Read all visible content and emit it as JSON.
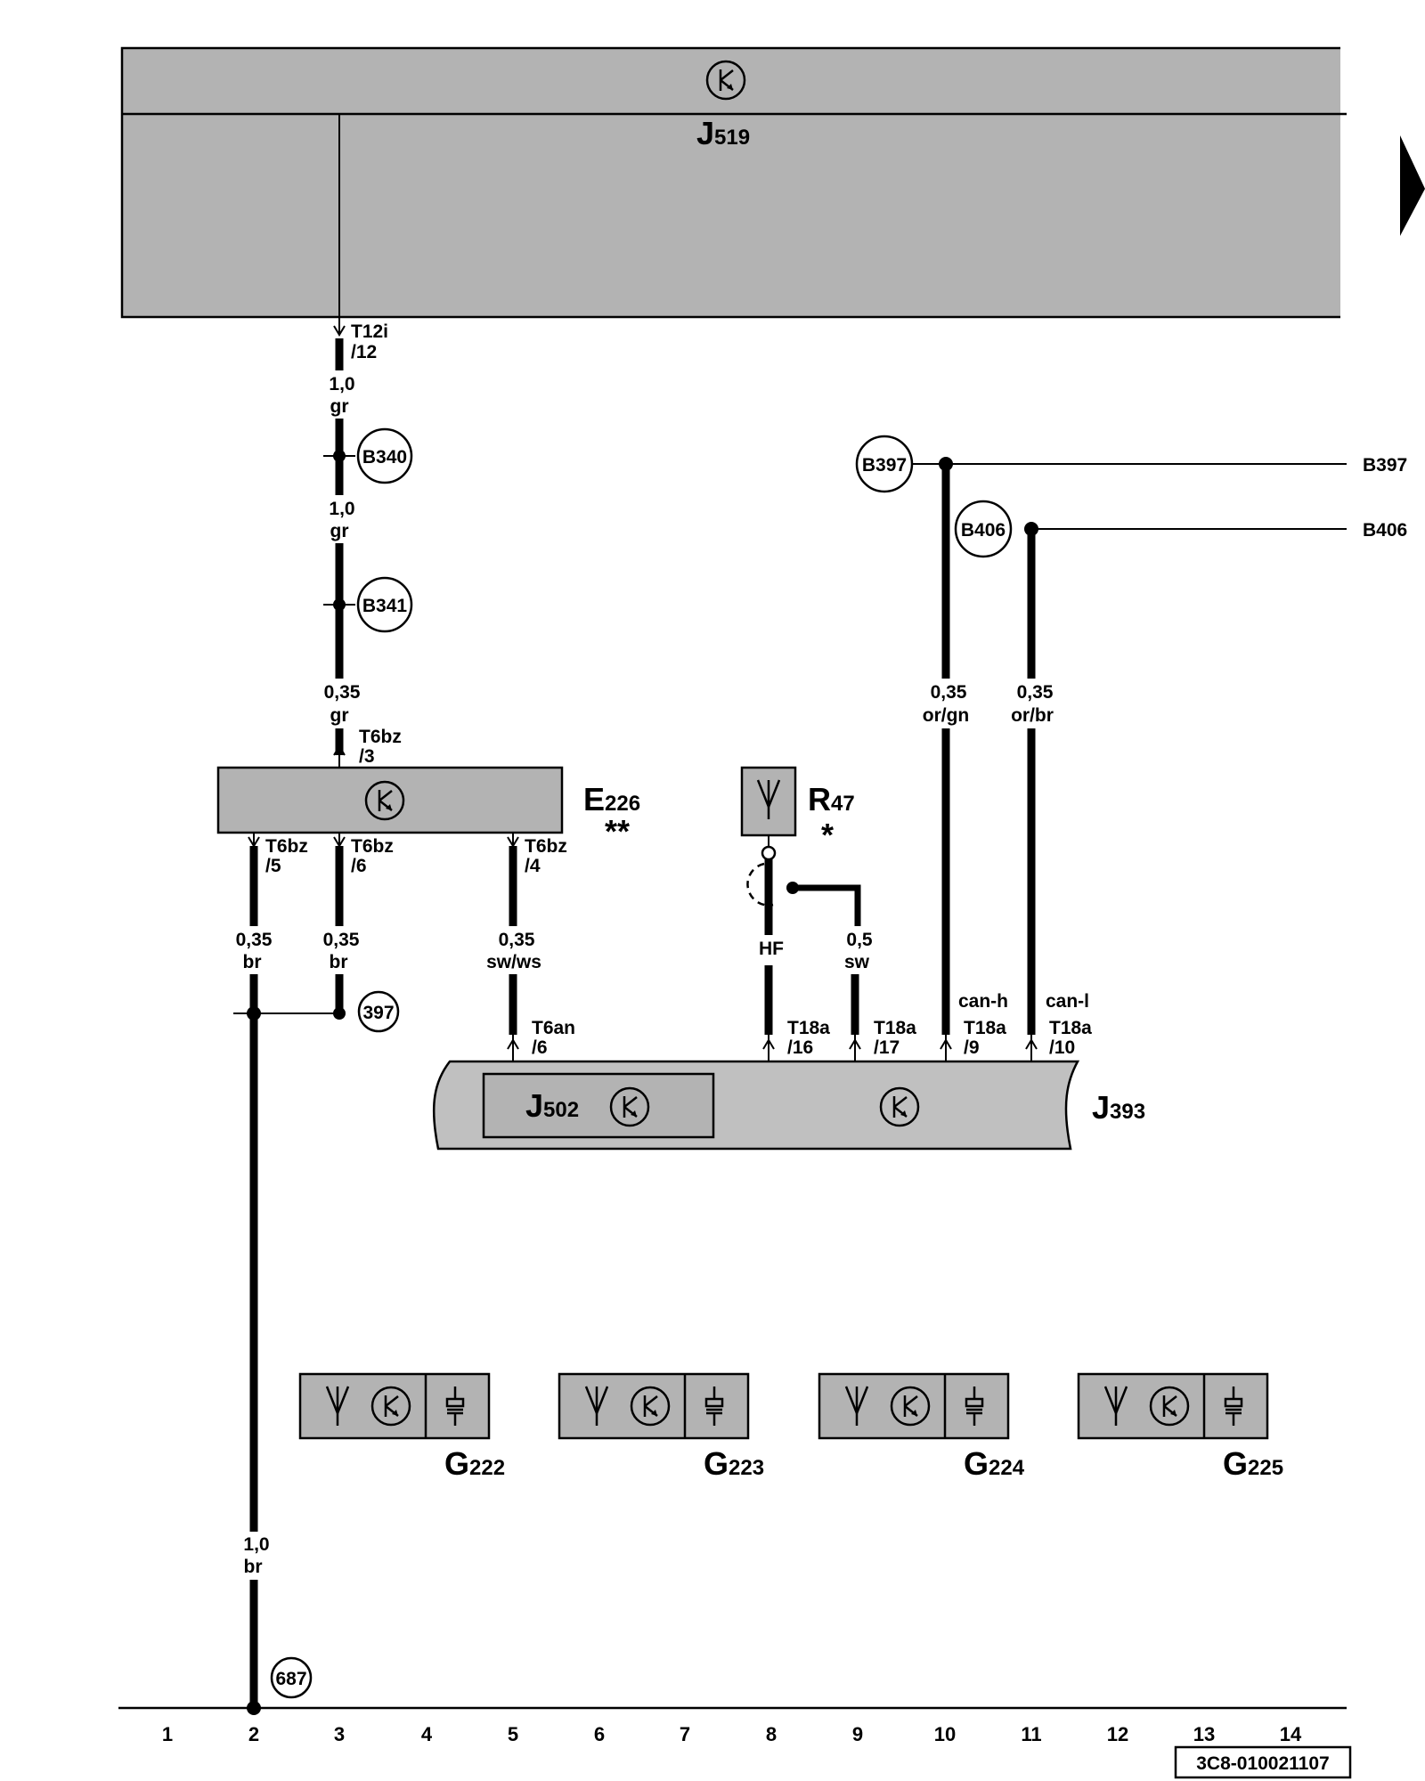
{
  "components": {
    "j519": {
      "letter": "J",
      "num": "519"
    },
    "e226": {
      "letter": "E",
      "num": "226",
      "mark": "**"
    },
    "r47": {
      "letter": "R",
      "num": "47",
      "mark": "*"
    },
    "j502": {
      "letter": "J",
      "num": "502"
    },
    "j393": {
      "letter": "J",
      "num": "393"
    },
    "g222": {
      "letter": "G",
      "num": "222"
    },
    "g223": {
      "letter": "G",
      "num": "223"
    },
    "g224": {
      "letter": "G",
      "num": "224"
    },
    "g225": {
      "letter": "G",
      "num": "225"
    }
  },
  "connectors": {
    "t12i": {
      "name": "T12i",
      "pin": "/12"
    },
    "t6bz3": {
      "name": "T6bz",
      "pin": "/3"
    },
    "t6bz5": {
      "name": "T6bz",
      "pin": "/5"
    },
    "t6bz6": {
      "name": "T6bz",
      "pin": "/6"
    },
    "t6bz4": {
      "name": "T6bz",
      "pin": "/4"
    },
    "t6an6": {
      "name": "T6an",
      "pin": "/6"
    },
    "t18a16": {
      "name": "T18a",
      "pin": "/16"
    },
    "t18a17": {
      "name": "T18a",
      "pin": "/17"
    },
    "t18a9": {
      "name": "T18a",
      "pin": "/9"
    },
    "t18a10": {
      "name": "T18a",
      "pin": "/10"
    }
  },
  "wires": {
    "w1": {
      "size": "1,0",
      "color": "gr"
    },
    "w2": {
      "size": "1,0",
      "color": "gr"
    },
    "w3": {
      "size": "0,35",
      "color": "gr"
    },
    "w4": {
      "size": "0,35",
      "color": "br"
    },
    "w5": {
      "size": "0,35",
      "color": "br"
    },
    "w6": {
      "size": "0,35",
      "color": "sw/ws"
    },
    "w7": {
      "size": "HF"
    },
    "w8": {
      "size": "0,5",
      "color": "sw"
    },
    "w9": {
      "size": "0,35",
      "color": "or/gn"
    },
    "w10": {
      "size": "0,35",
      "color": "or/br"
    },
    "w11": {
      "size": "1,0",
      "color": "br"
    }
  },
  "bus_labels": {
    "canh": "can-h",
    "canl": "can-l"
  },
  "ref_points": {
    "b340": "B340",
    "b341": "B341",
    "b397": "B397",
    "b406": "B406",
    "r397": "397",
    "r687": "687"
  },
  "right_refs": {
    "b397": "B397",
    "b406": "B406"
  },
  "scale": [
    "1",
    "2",
    "3",
    "4",
    "5",
    "6",
    "7",
    "8",
    "9",
    "10",
    "11",
    "12",
    "13",
    "14"
  ],
  "doc_code": "3C8-010021107"
}
